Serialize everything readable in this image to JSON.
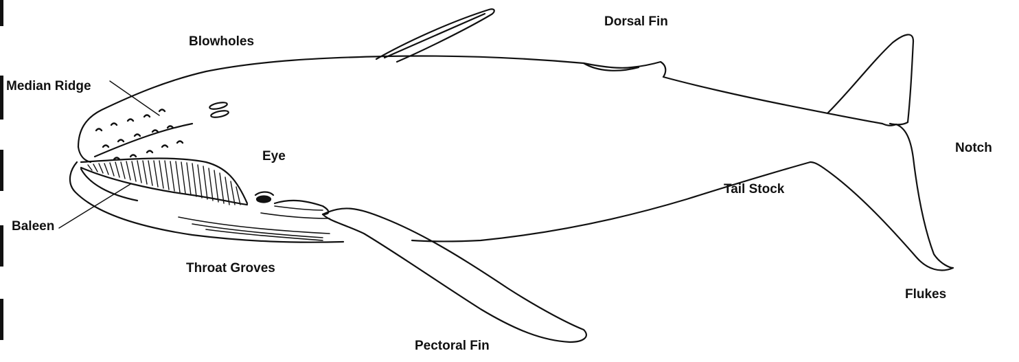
{
  "diagram": {
    "labels": {
      "dorsal_fin": "Dorsal Fin",
      "blowholes": "Blowholes",
      "median_ridge": "Median Ridge",
      "eye": "Eye",
      "notch": "Notch",
      "tail_stock": "Tail Stock",
      "baleen": "Baleen",
      "throat_groves": "Throat Groves",
      "flukes": "Flukes",
      "pectoral_fin": "Pectoral Fin"
    },
    "colors": {
      "ink": "#111111",
      "background": "#ffffff"
    }
  }
}
